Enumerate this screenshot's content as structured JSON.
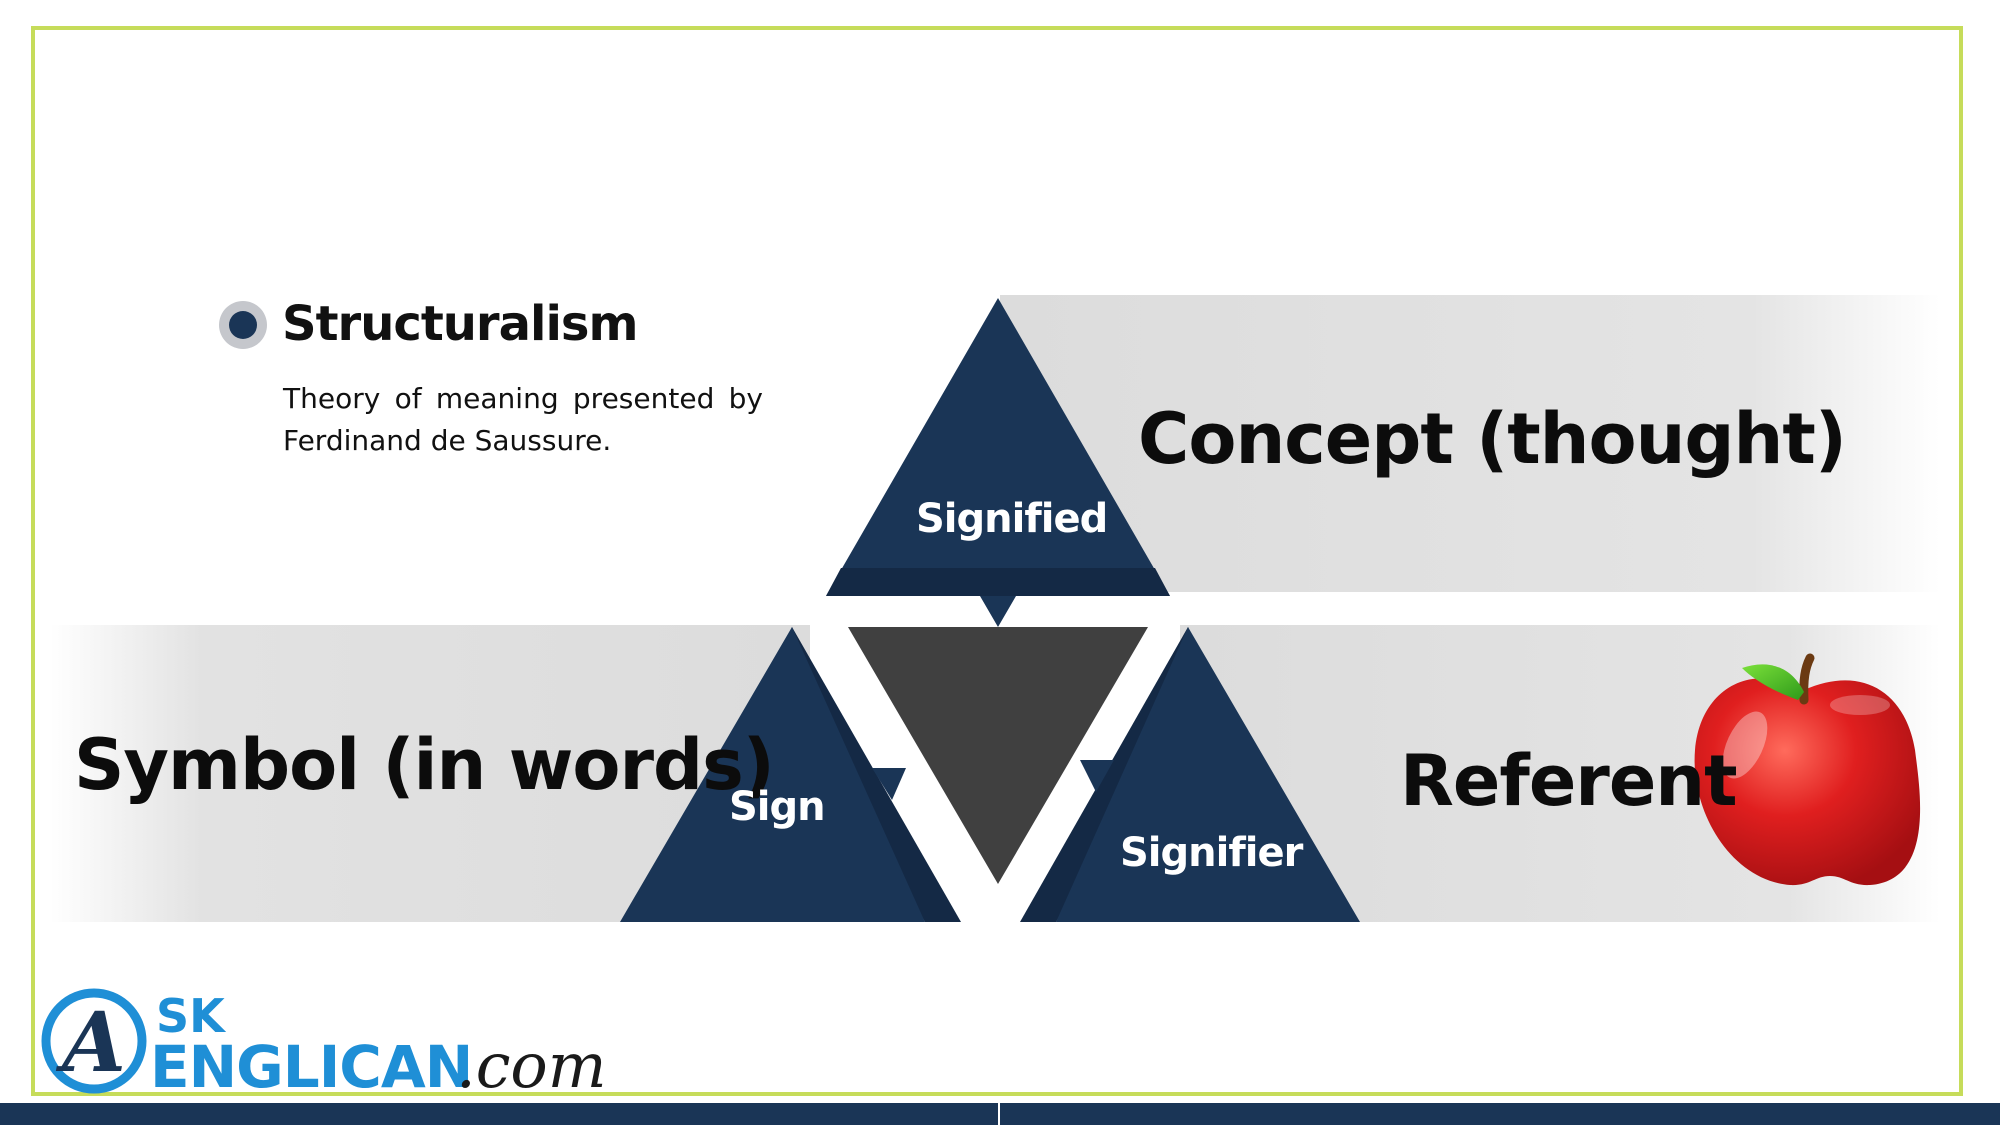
{
  "heading": "Structuralism",
  "description": "Theory of meaning presented by Ferdinand de Saussure.",
  "diagram": {
    "top_label": "Signified",
    "left_label": "Sign",
    "right_label": "Signifier",
    "concept": "Concept (thought)",
    "symbol": "Symbol (in words)",
    "referent": "Referent"
  },
  "logo": {
    "line1": "SK",
    "line2": "ENGLICAN",
    "suffix": ".com",
    "badge_letter": "A"
  },
  "colors": {
    "navy": "#1a3556",
    "navy_dark": "#142945",
    "center_gray": "#404040",
    "frame_green": "#c6dc5a",
    "logo_blue": "#1f8fd6",
    "apple_red": "#d41f1f"
  },
  "icons": {
    "bullet": "bullet-dot-icon",
    "apple": "apple-icon"
  }
}
